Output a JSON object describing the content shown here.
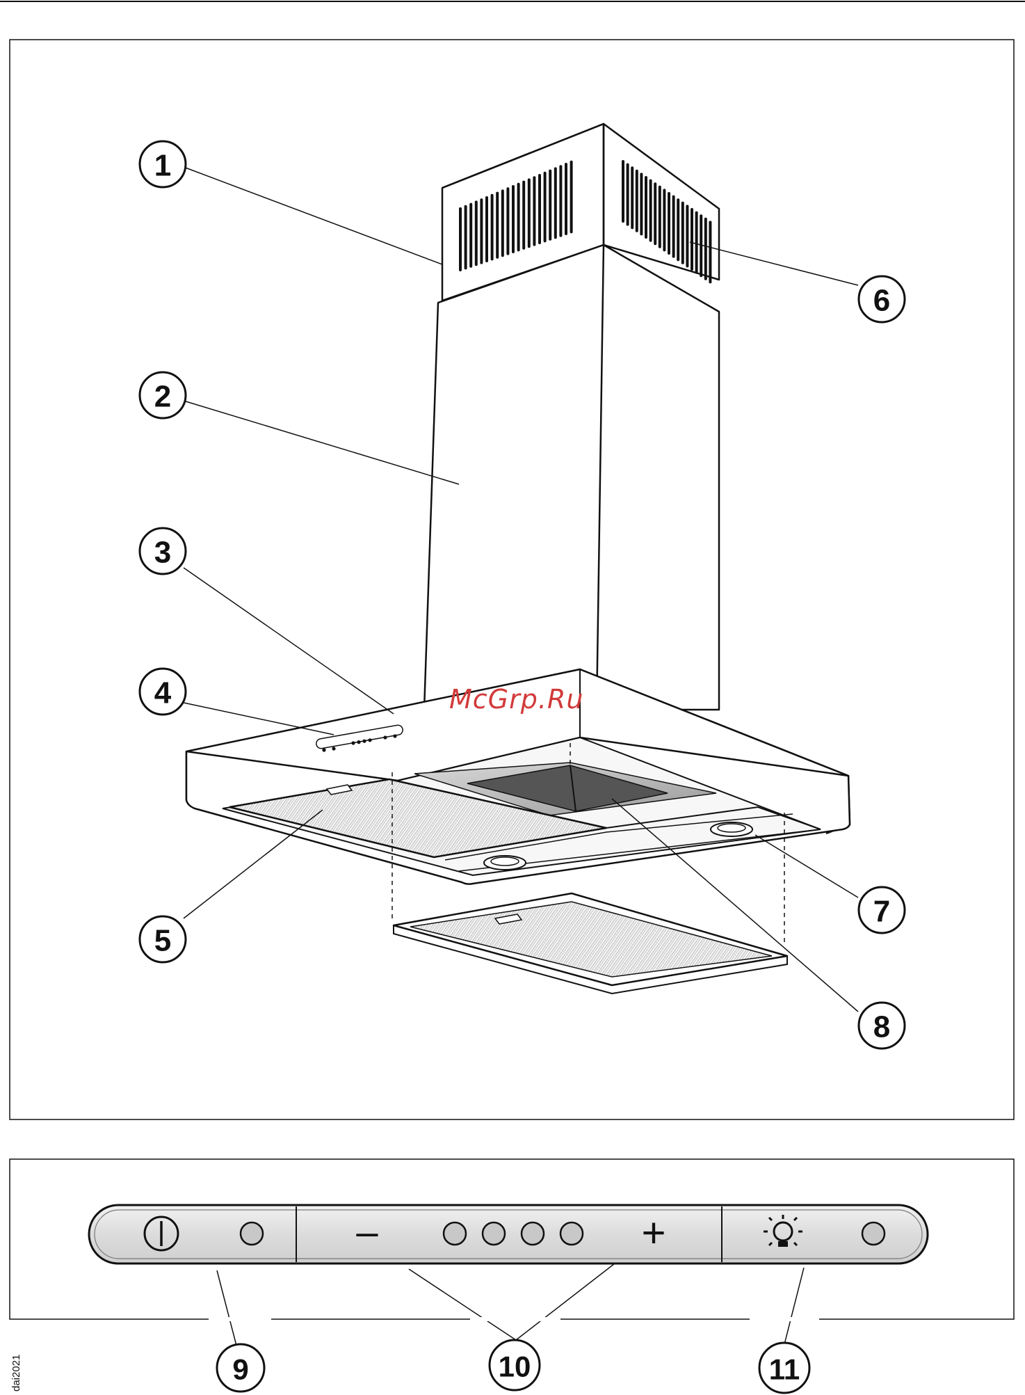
{
  "callouts": {
    "c1": "1",
    "c2": "2",
    "c3": "3",
    "c4": "4",
    "c5": "5",
    "c6": "6",
    "c7": "7",
    "c8": "8",
    "c9": "9",
    "c10": "10",
    "c11": "11"
  },
  "watermark": "McGrp.Ru",
  "drawing_code": "dai2021",
  "control_panel": {
    "power_icon": "power-icon",
    "minus_label": "–",
    "plus_label": "+",
    "light_icon": "light-bulb-icon",
    "fan_speed_indicator_count": 4
  },
  "colors": {
    "line": "#111111",
    "watermark": "#d23a3a",
    "panel_fill": "#e6e6e6",
    "led_fill": "#c8c8c8",
    "glass_dark": "#555555"
  }
}
